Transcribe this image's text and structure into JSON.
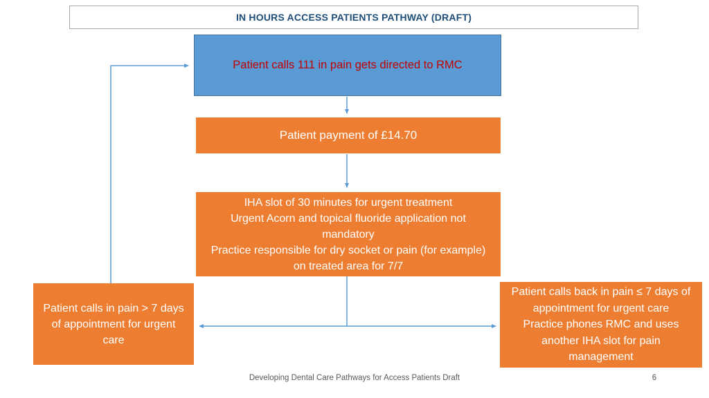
{
  "colors": {
    "box-blue": "#5B9BD5",
    "box-blue-border": "#41719C",
    "box-orange": "#ED7D31",
    "connector": "#5B9BD5",
    "title-text": "#1F4E79",
    "blue-box-text": "#C00000",
    "footer-text": "#595959"
  },
  "title": {
    "text": "IN HOURS ACCESS PATIENTS PATHWAY (DRAFT)"
  },
  "nodes": {
    "calls_111": {
      "text": "Patient calls 111 in pain gets directed to RMC"
    },
    "payment": {
      "text": "Patient payment of £14.70"
    },
    "iha": {
      "line1": "IHA slot of 30 minutes for urgent treatment",
      "line2": "Urgent Acorn and topical fluoride application not mandatory",
      "line3": "Practice responsible for dry socket or pain (for example) on treated area for 7/7"
    },
    "pain_gt7": {
      "text": "Patient calls in pain > 7 days of appointment for urgent care"
    },
    "pain_le7": {
      "line1": "Patient calls back in pain ≤ 7 days of appointment for urgent care",
      "line2": "Practice phones RMC and uses another IHA slot for pain management"
    }
  },
  "footer": {
    "text": "Developing Dental Care Pathways for Access Patients Draft",
    "page_number": "6"
  }
}
